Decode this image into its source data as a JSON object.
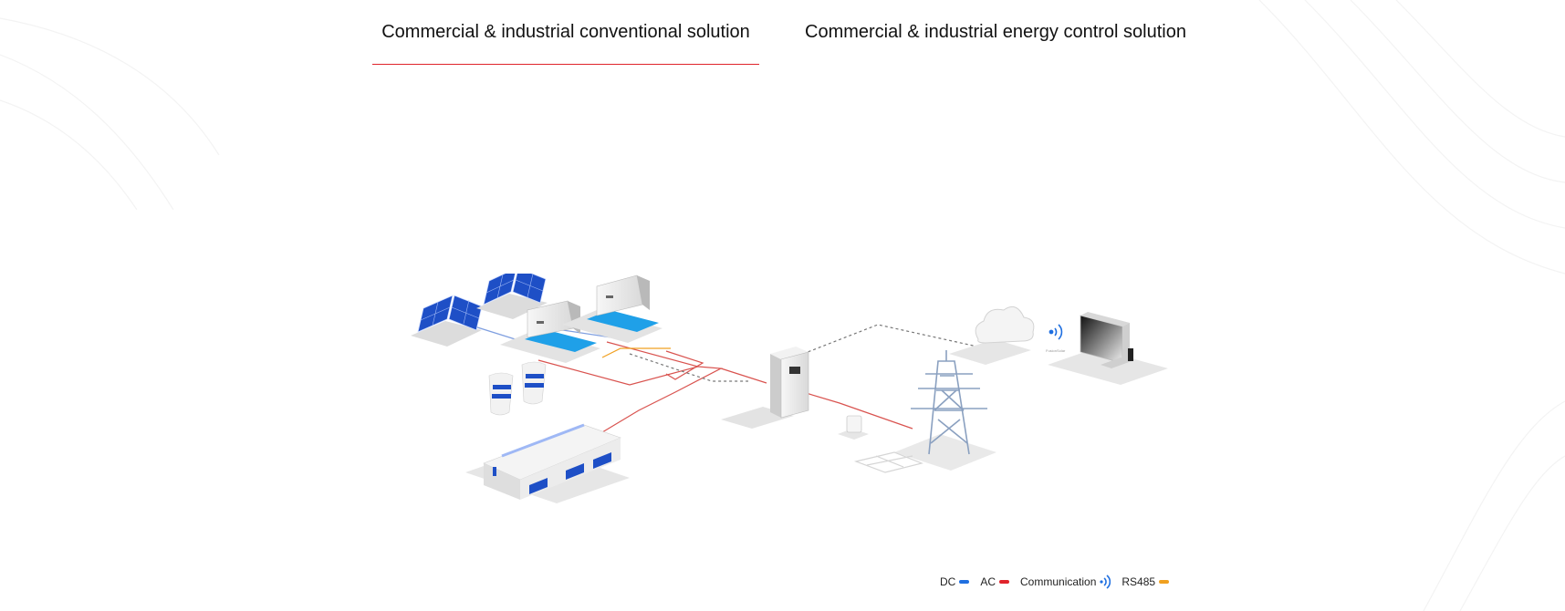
{
  "tabs": [
    {
      "label": "Commercial & industrial conventional solution",
      "active": true
    },
    {
      "label": "Commercial & industrial energy control solution",
      "active": false
    }
  ],
  "legend": [
    {
      "label": "DC",
      "color": "#1f6fe0",
      "kind": "line"
    },
    {
      "label": "AC",
      "color": "#e0242b",
      "kind": "line"
    },
    {
      "label": "Communication",
      "color": "#1f6fe0",
      "kind": "wifi-icon"
    },
    {
      "label": "RS485",
      "color": "#f0a020",
      "kind": "line"
    }
  ],
  "colors": {
    "accent": "#e0242b",
    "dc_line": "#7f9fe0",
    "ac_line": "#d9534f",
    "comm_line": "#777777",
    "panel_blue": "#1e4fc6",
    "inverter_base": "#1fa0e8"
  }
}
